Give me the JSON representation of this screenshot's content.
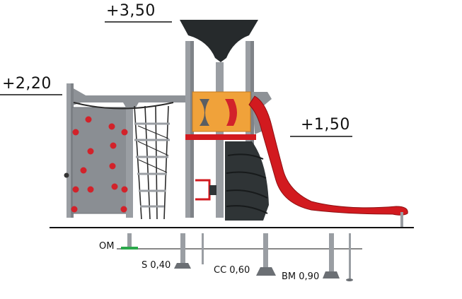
{
  "heights": {
    "top": "+3,50",
    "left": "+2,20",
    "right": "+1,50"
  },
  "foundations": {
    "om": "OM",
    "s": "S 0,40",
    "cc": "CC 0,60",
    "bm": "BM 0,90"
  },
  "colors": {
    "post": "#9a9ea3",
    "panel": "#8e9297",
    "roof": "#262a2c",
    "slide": "#d21a1f",
    "deck_panel": "#f0a23a",
    "climbing_hold": "#d2222a",
    "tunnel": "#2f3436",
    "ground_marker": "#2aa84a"
  },
  "icons": {
    "climbing_hold": "red-circle",
    "roof": "dark-canopy"
  }
}
